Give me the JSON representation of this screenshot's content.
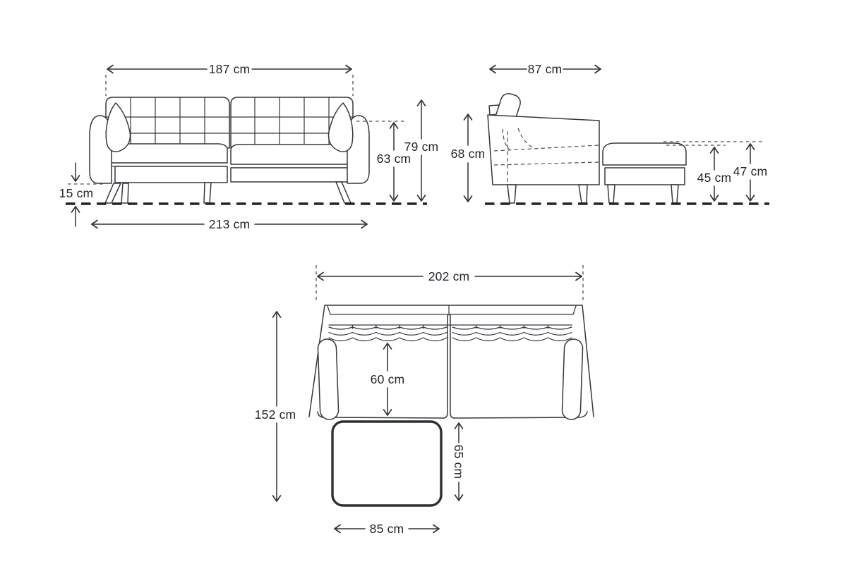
{
  "diagram": {
    "kind": "sofa-with-chaise dimension drawing",
    "unit": "cm",
    "front_view": {
      "back_width": "187 cm",
      "height_total": "79 cm",
      "height_arm": "63 cm",
      "ground_clearance": "15 cm",
      "width_total": "213 cm"
    },
    "side_view": {
      "depth_total": "87 cm",
      "height_arm": "68 cm",
      "height_seat": "45 cm",
      "height_chaise": "47 cm"
    },
    "top_view": {
      "width_total": "202 cm",
      "depth_total": "152 cm",
      "seat_depth": "60 cm",
      "chaise_depth": "65 cm",
      "chaise_width": "85 cm"
    },
    "colors": {
      "line": "#34383d",
      "dimension": "#2e3338",
      "text": "#1f2429",
      "background": "#ffffff"
    }
  }
}
